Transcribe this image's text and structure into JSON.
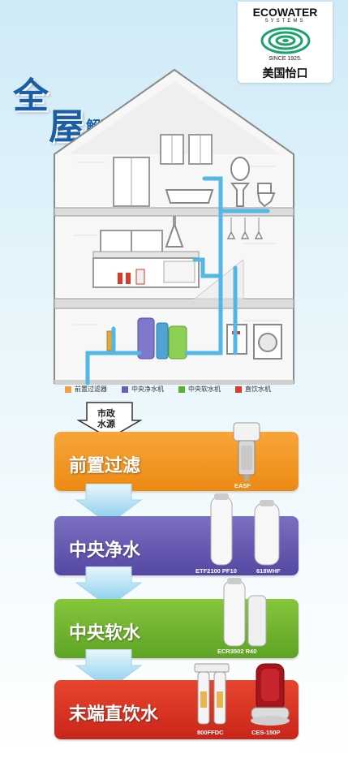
{
  "logo": {
    "brand": "ECOWATER",
    "sub": "SYSTEMS",
    "since": "SINCE 1925.",
    "cn_name": "美国怡口"
  },
  "headline": {
    "char1": "全",
    "char2": "屋",
    "rest": "解决方案"
  },
  "legend": [
    {
      "label": "前置过滤器",
      "color": "#f2a03a"
    },
    {
      "label": "中央净水机",
      "color": "#6b5fb8"
    },
    {
      "label": "中央软水机",
      "color": "#5fae3a"
    },
    {
      "label": "直饮水机",
      "color": "#d93a2a"
    }
  ],
  "source": {
    "line1": "市政",
    "line2": "水源"
  },
  "stages": [
    {
      "label": "前置过滤",
      "products": [
        "EASF"
      ],
      "color": "#ec8a13"
    },
    {
      "label": "中央净水",
      "products": [
        "ETF2100 PF10",
        "618WHF"
      ],
      "color": "#5448a3"
    },
    {
      "label": "中央软水",
      "products": [
        "ECR3502 R40"
      ],
      "color": "#5ea325"
    },
    {
      "label": "末端直饮水",
      "products": [
        "800FFDC",
        "CES-150P"
      ],
      "color": "#c9261a"
    }
  ]
}
